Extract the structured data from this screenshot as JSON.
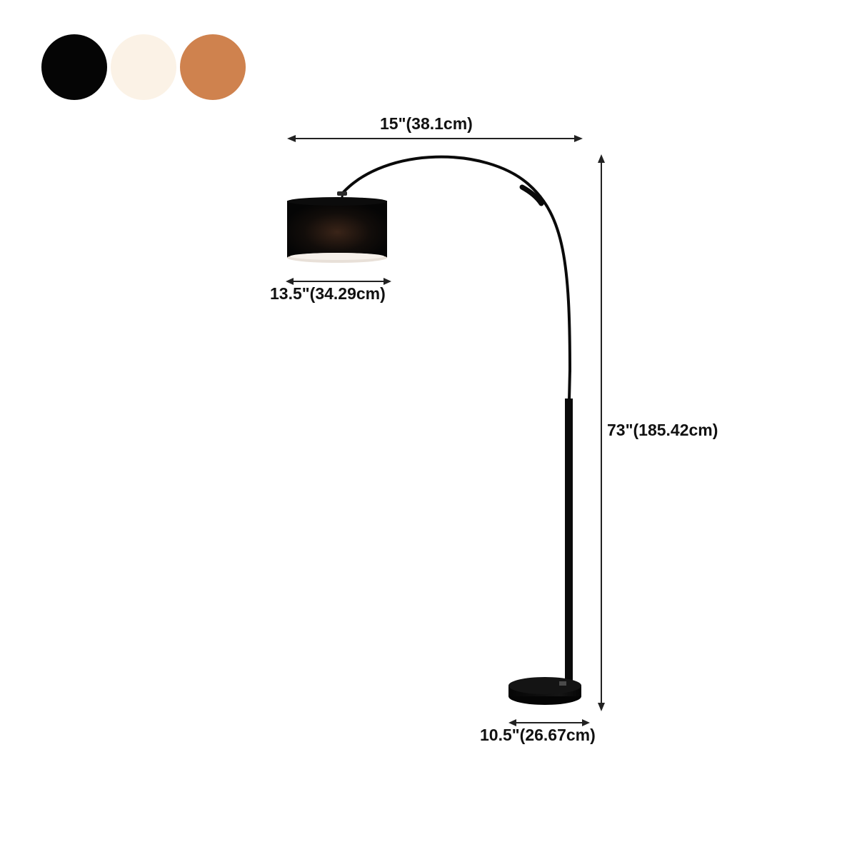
{
  "color_options": [
    {
      "name": "black",
      "color": "#050505"
    },
    {
      "name": "cream",
      "color": "#fbf2e6"
    },
    {
      "name": "orange",
      "color": "#cf824e"
    }
  ],
  "dimensions": {
    "arm_width": "15\"(38.1cm)",
    "shade_diameter": "13.5\"(34.29cm)",
    "height": "73\"(185.42cm)",
    "base_diameter": "10.5\"(26.67cm)"
  },
  "colors": {
    "lamp_body": "#0a0a0a",
    "dimension_line": "#222222"
  }
}
